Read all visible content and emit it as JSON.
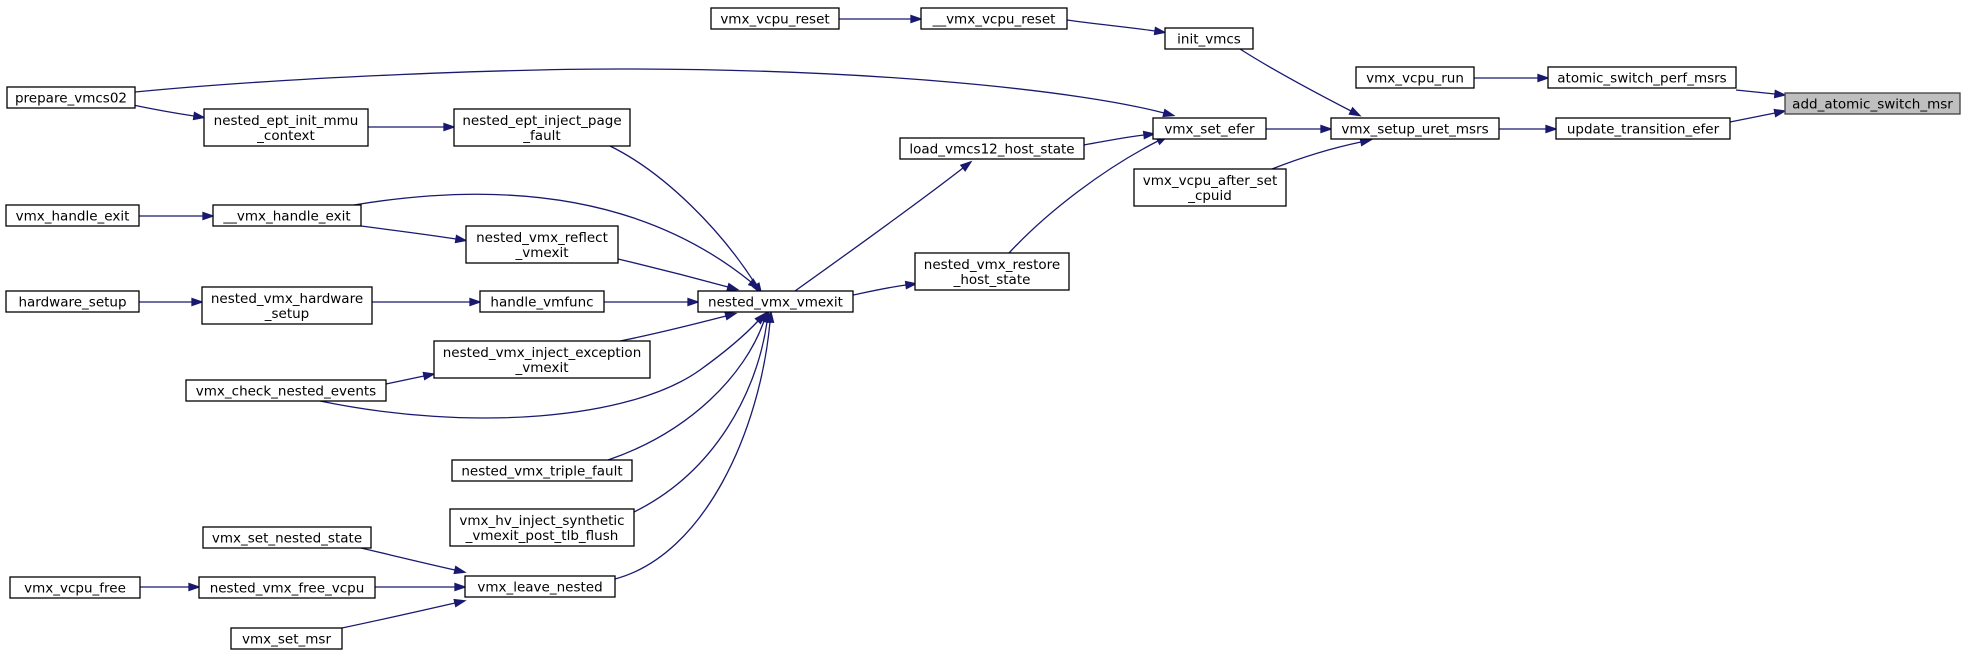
{
  "graph": {
    "colors": {
      "edge": "#191970",
      "node_border": "#000000",
      "root_fill": "#bfbfbf",
      "background": "#ffffff"
    },
    "nodes": [
      {
        "id": "add_atomic_switch_msr",
        "lines": [
          "add_atomic_switch_msr"
        ],
        "root": true
      },
      {
        "id": "atomic_switch_perf_msrs",
        "lines": [
          "atomic_switch_perf_msrs"
        ]
      },
      {
        "id": "update_transition_efer",
        "lines": [
          "update_transition_efer"
        ]
      },
      {
        "id": "vmx_vcpu_run",
        "lines": [
          "vmx_vcpu_run"
        ]
      },
      {
        "id": "vmx_setup_uret_msrs",
        "lines": [
          "vmx_setup_uret_msrs"
        ]
      },
      {
        "id": "init_vmcs",
        "lines": [
          "init_vmcs"
        ]
      },
      {
        "id": "vmx_set_efer",
        "lines": [
          "vmx_set_efer"
        ]
      },
      {
        "id": "vmx_vcpu_after_set_cpuid",
        "lines": [
          "vmx_vcpu_after_set",
          "_cpuid"
        ]
      },
      {
        "id": "__vmx_vcpu_reset",
        "lines": [
          "__vmx_vcpu_reset"
        ]
      },
      {
        "id": "vmx_vcpu_reset",
        "lines": [
          "vmx_vcpu_reset"
        ]
      },
      {
        "id": "load_vmcs12_host_state",
        "lines": [
          "load_vmcs12_host_state"
        ]
      },
      {
        "id": "nested_vmx_restore_host_state",
        "lines": [
          "nested_vmx_restore",
          "_host_state"
        ]
      },
      {
        "id": "prepare_vmcs02",
        "lines": [
          "prepare_vmcs02"
        ]
      },
      {
        "id": "nested_vmx_vmexit",
        "lines": [
          "nested_vmx_vmexit"
        ]
      },
      {
        "id": "nested_ept_inject_page_fault",
        "lines": [
          "nested_ept_inject_page",
          "_fault"
        ]
      },
      {
        "id": "nested_ept_init_mmu_context",
        "lines": [
          "nested_ept_init_mmu",
          "_context"
        ]
      },
      {
        "id": "__vmx_handle_exit",
        "lines": [
          "__vmx_handle_exit"
        ]
      },
      {
        "id": "vmx_handle_exit",
        "lines": [
          "vmx_handle_exit"
        ]
      },
      {
        "id": "nested_vmx_reflect_vmexit",
        "lines": [
          "nested_vmx_reflect",
          "_vmexit"
        ]
      },
      {
        "id": "handle_vmfunc",
        "lines": [
          "handle_vmfunc"
        ]
      },
      {
        "id": "nested_vmx_hardware_setup",
        "lines": [
          "nested_vmx_hardware",
          "_setup"
        ]
      },
      {
        "id": "hardware_setup",
        "lines": [
          "hardware_setup"
        ]
      },
      {
        "id": "nested_vmx_inject_exception_vmexit",
        "lines": [
          "nested_vmx_inject_exception",
          "_vmexit"
        ]
      },
      {
        "id": "vmx_check_nested_events",
        "lines": [
          "vmx_check_nested_events"
        ]
      },
      {
        "id": "nested_vmx_triple_fault",
        "lines": [
          "nested_vmx_triple_fault"
        ]
      },
      {
        "id": "vmx_hv_inject_synthetic_vmexit_post_tlb_flush",
        "lines": [
          "vmx_hv_inject_synthetic",
          "_vmexit_post_tlb_flush"
        ]
      },
      {
        "id": "vmx_leave_nested",
        "lines": [
          "vmx_leave_nested"
        ]
      },
      {
        "id": "vmx_set_nested_state",
        "lines": [
          "vmx_set_nested_state"
        ]
      },
      {
        "id": "nested_vmx_free_vcpu",
        "lines": [
          "nested_vmx_free_vcpu"
        ]
      },
      {
        "id": "vmx_vcpu_free",
        "lines": [
          "vmx_vcpu_free"
        ]
      },
      {
        "id": "vmx_set_msr",
        "lines": [
          "vmx_set_msr"
        ]
      }
    ],
    "edges": [
      {
        "from": "atomic_switch_perf_msrs",
        "to": "add_atomic_switch_msr"
      },
      {
        "from": "update_transition_efer",
        "to": "add_atomic_switch_msr"
      },
      {
        "from": "vmx_vcpu_run",
        "to": "atomic_switch_perf_msrs"
      },
      {
        "from": "vmx_setup_uret_msrs",
        "to": "update_transition_efer"
      },
      {
        "from": "init_vmcs",
        "to": "vmx_setup_uret_msrs"
      },
      {
        "from": "vmx_set_efer",
        "to": "vmx_setup_uret_msrs"
      },
      {
        "from": "vmx_vcpu_after_set_cpuid",
        "to": "vmx_setup_uret_msrs"
      },
      {
        "from": "__vmx_vcpu_reset",
        "to": "init_vmcs"
      },
      {
        "from": "vmx_vcpu_reset",
        "to": "__vmx_vcpu_reset"
      },
      {
        "from": "load_vmcs12_host_state",
        "to": "vmx_set_efer"
      },
      {
        "from": "nested_vmx_restore_host_state",
        "to": "vmx_set_efer"
      },
      {
        "from": "prepare_vmcs02",
        "to": "vmx_set_efer"
      },
      {
        "from": "nested_vmx_vmexit",
        "to": "load_vmcs12_host_state"
      },
      {
        "from": "nested_vmx_vmexit",
        "to": "nested_vmx_restore_host_state"
      },
      {
        "from": "nested_ept_inject_page_fault",
        "to": "nested_vmx_vmexit"
      },
      {
        "from": "nested_ept_init_mmu_context",
        "to": "nested_ept_inject_page_fault"
      },
      {
        "from": "prepare_vmcs02",
        "to": "nested_ept_init_mmu_context"
      },
      {
        "from": "__vmx_handle_exit",
        "to": "nested_vmx_vmexit"
      },
      {
        "from": "vmx_handle_exit",
        "to": "__vmx_handle_exit"
      },
      {
        "from": "nested_vmx_reflect_vmexit",
        "to": "nested_vmx_vmexit"
      },
      {
        "from": "__vmx_handle_exit",
        "to": "nested_vmx_reflect_vmexit"
      },
      {
        "from": "handle_vmfunc",
        "to": "nested_vmx_vmexit"
      },
      {
        "from": "nested_vmx_hardware_setup",
        "to": "handle_vmfunc"
      },
      {
        "from": "hardware_setup",
        "to": "nested_vmx_hardware_setup"
      },
      {
        "from": "nested_vmx_inject_exception_vmexit",
        "to": "nested_vmx_vmexit"
      },
      {
        "from": "vmx_check_nested_events",
        "to": "nested_vmx_inject_exception_vmexit"
      },
      {
        "from": "vmx_check_nested_events",
        "to": "nested_vmx_vmexit"
      },
      {
        "from": "nested_vmx_triple_fault",
        "to": "nested_vmx_vmexit"
      },
      {
        "from": "vmx_hv_inject_synthetic_vmexit_post_tlb_flush",
        "to": "nested_vmx_vmexit"
      },
      {
        "from": "vmx_leave_nested",
        "to": "nested_vmx_vmexit"
      },
      {
        "from": "vmx_set_nested_state",
        "to": "vmx_leave_nested"
      },
      {
        "from": "nested_vmx_free_vcpu",
        "to": "vmx_leave_nested"
      },
      {
        "from": "vmx_vcpu_free",
        "to": "nested_vmx_free_vcpu"
      },
      {
        "from": "vmx_set_msr",
        "to": "vmx_leave_nested"
      }
    ]
  }
}
